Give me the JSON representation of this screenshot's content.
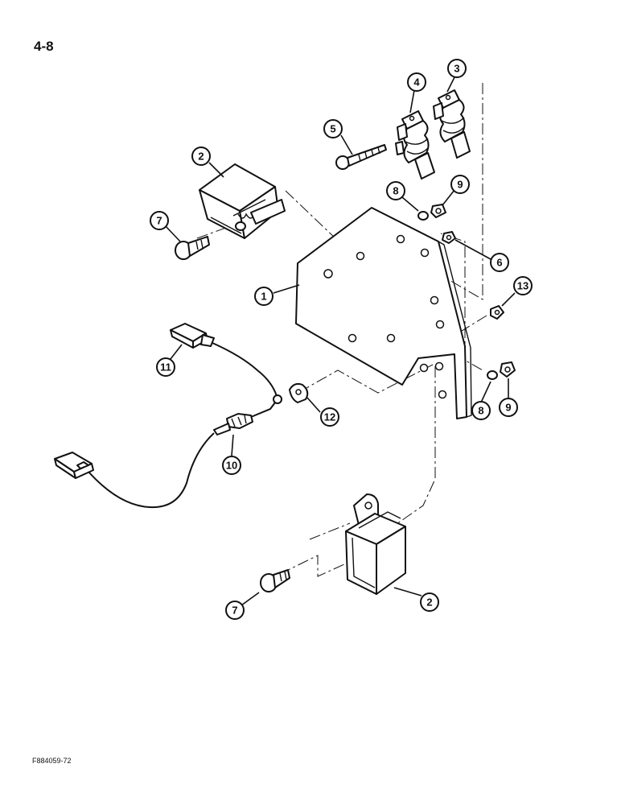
{
  "page": {
    "number": "4-8",
    "figure_id": "F884059-72"
  },
  "callouts": {
    "c1": "1",
    "c2a": "2",
    "c2b": "2",
    "c3": "3",
    "c4": "4",
    "c5": "5",
    "c6": "6",
    "c7a": "7",
    "c7b": "7",
    "c8a": "8",
    "c8b": "8",
    "c9a": "9",
    "c9b": "9",
    "c10": "10",
    "c11": "11",
    "c12": "12",
    "c13": "13"
  }
}
